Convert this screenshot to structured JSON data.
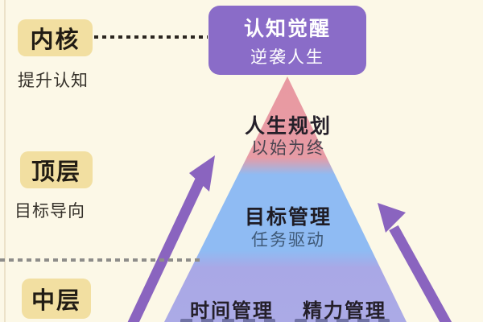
{
  "palette": {
    "background": "#fcf8e7",
    "badge_bg": "#f2dfa1",
    "badge_text": "#211c14",
    "apex_box_bg": "#8a6cc8",
    "apex_box_text": "#ffffff",
    "pyramid_top_pink": "#e79ba5",
    "pyramid_middle_blue": "#8fbbf3",
    "pyramid_bottom_lavender": "#a9a8e6",
    "arrow_purple": "#8a64bf",
    "dotted_connector_dark": "#2b2620",
    "dotted_divider_gray": "#8e8d8a"
  },
  "sidebar": {
    "rows": [
      {
        "badge": "内核",
        "caption": "提升认知"
      },
      {
        "badge": "顶层",
        "caption": "目标导向"
      },
      {
        "badge": "中层"
      }
    ]
  },
  "apex": {
    "title": "认知觉醒",
    "subtitle": "逆袭人生"
  },
  "pyramid": {
    "top": {
      "title": "人生规划",
      "subtitle": "以始为终"
    },
    "middle": {
      "title": "目标管理",
      "subtitle": "任务驱动"
    },
    "bottom": {
      "left": "时间管理",
      "right": "精力管理"
    }
  }
}
